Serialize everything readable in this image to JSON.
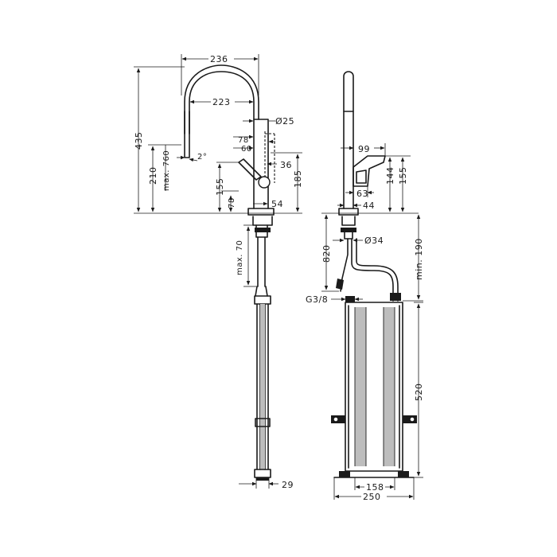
{
  "dimensions": {
    "width_236": "236",
    "width_223": "223",
    "diameter_25": "Ø25",
    "offset_78": "78",
    "offset_60": "60",
    "height_36": "36",
    "angle_2": "2°",
    "height_435": "435",
    "height_210": "210",
    "max_760": "max. 760",
    "height_155_left": "155",
    "height_185": "185",
    "height_78_small": "78",
    "width_54": "54",
    "max_70": "max. 70",
    "width_29": "29",
    "width_99": "99",
    "width_63": "63",
    "width_44": "44",
    "height_144": "144",
    "height_155_right": "155",
    "diameter_34": "Ø34",
    "height_820": "820",
    "min_190": "min. 190",
    "thread_g38": "G3/8",
    "height_520": "520",
    "width_158": "158",
    "width_250": "250"
  }
}
